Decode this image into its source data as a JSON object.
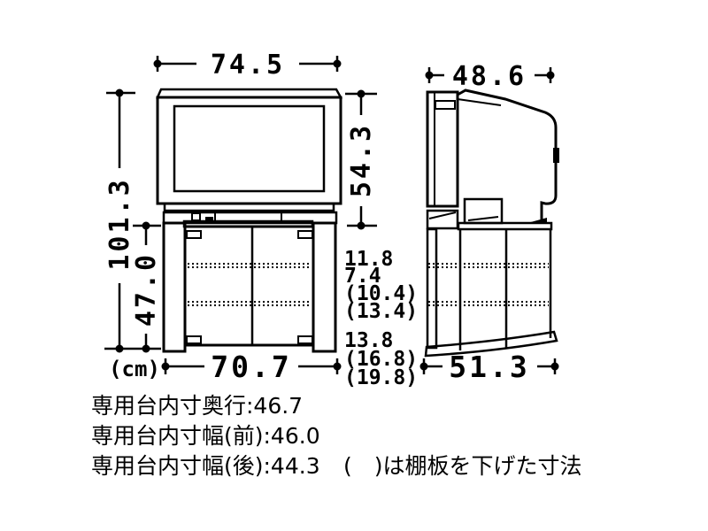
{
  "unit_label": "(cm)",
  "colors": {
    "line": "#000000",
    "background": "#ffffff"
  },
  "front_view": {
    "width_top": "74.5",
    "tv_height": "54.3",
    "total_height": "101.3",
    "cabinet_height": "47.0",
    "width_bottom": "70.7"
  },
  "side_view": {
    "depth_top": "48.6",
    "depth_bottom": "51.3"
  },
  "shelf_dims": {
    "upper": [
      "11.8",
      "7.4",
      "(10.4)",
      "(13.4)"
    ],
    "lower": [
      "13.8",
      "(16.8)",
      "(19.8)"
    ]
  },
  "notes": {
    "depth_inner": "専用台内寸奥行:46.7",
    "width_inner_front": "専用台内寸幅(前):46.0",
    "width_inner_rear": "専用台内寸幅(後):44.3",
    "legend": "(　)は棚板を下げた寸法"
  }
}
